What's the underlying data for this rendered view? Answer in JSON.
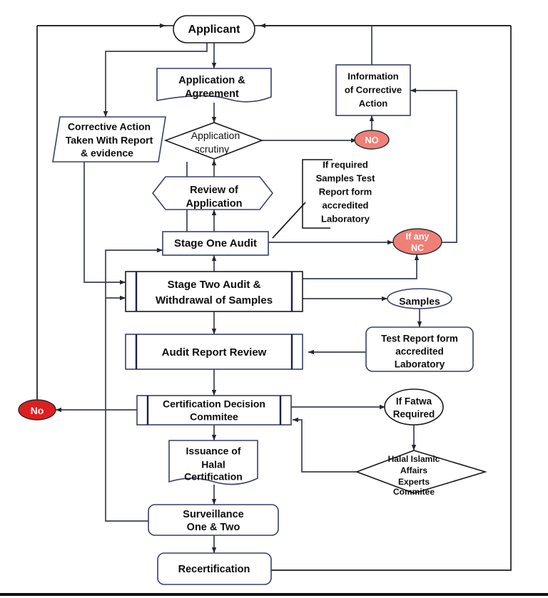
{
  "diagram": {
    "title": "Halal Certification Process Flowchart",
    "colors": {
      "shape_stroke": "#3a3f6b",
      "dark_stroke": "#1a1a1a",
      "connector": "#3a3f55",
      "red_light": "#ee8077",
      "red_dark": "#dd1f1f",
      "text": "#0d0d0d",
      "background": "#ffffff"
    },
    "nodes": {
      "applicant": {
        "label": "Applicant",
        "shape": "rounded-terminator"
      },
      "application_agreement": {
        "line1": "Application &",
        "line2": "Agreement",
        "shape": "document"
      },
      "information_corrective_action": {
        "line1": "Information",
        "line2": "of Corrective",
        "line3": "Action",
        "shape": "rectangle"
      },
      "no_top": {
        "label": "NO",
        "shape": "ellipse",
        "color": "#ee8077"
      },
      "corrective_action": {
        "line1": "Corrective Action",
        "line2": "Taken With Report",
        "line3": "& evidence",
        "shape": "parallelogram"
      },
      "application_scrutiny": {
        "line1": "Application",
        "line2": "scrutiny",
        "shape": "diamond"
      },
      "review_of_application": {
        "line1": "Review of",
        "line2": "Application",
        "shape": "hexagon"
      },
      "if_required_note": {
        "line1": "If required",
        "line2": "Samples Test",
        "line3": "Report form",
        "line4": "accredited",
        "line5": "Laboratory",
        "shape": "bracket-note"
      },
      "stage_one_audit": {
        "label": "Stage One Audit",
        "shape": "rectangle"
      },
      "if_any_nc": {
        "line1": "If any",
        "line2": "NC",
        "shape": "ellipse",
        "color": "#ee8077"
      },
      "stage_two_audit": {
        "line1": "Stage Two Audit   &",
        "line2": "Withdrawal of Samples",
        "shape": "predefined-process"
      },
      "samples": {
        "label": "Samples",
        "shape": "ellipse"
      },
      "audit_report_review": {
        "label": "Audit Report Review",
        "shape": "predefined-process"
      },
      "test_report_lab": {
        "line1": "Test Report form",
        "line2": "accredited",
        "line3": "Laboratory",
        "shape": "rounded-rectangle"
      },
      "no_left": {
        "label": "No",
        "shape": "ellipse",
        "color": "#dd1f1f"
      },
      "certification_decision_committee": {
        "line1": "Certification Decision",
        "line2": "Commitee",
        "shape": "predefined-process"
      },
      "if_fatwa_required": {
        "line1": "If Fatwa",
        "line2": "Required",
        "shape": "ellipse"
      },
      "issuance_halal_certification": {
        "line1": "Issuance of",
        "line2": "Halal",
        "line3": "Certification",
        "shape": "document"
      },
      "halal_islamic_experts": {
        "line1": "Halal Islamic",
        "line2": "Affairs",
        "line3": "Experts",
        "line4": "Commitee",
        "shape": "diamond"
      },
      "surveillance": {
        "line1": "Surveillance",
        "line2": "One & Two",
        "shape": "rounded-rectangle"
      },
      "recertification": {
        "label": "Recertification",
        "shape": "rounded-rectangle"
      }
    }
  }
}
